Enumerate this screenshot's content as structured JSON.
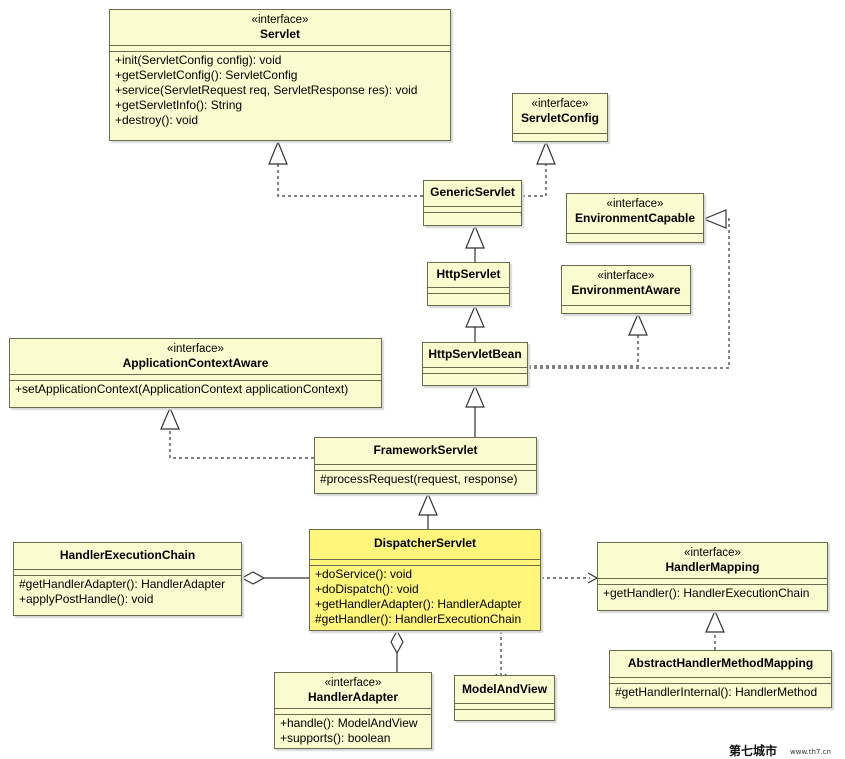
{
  "diagram": {
    "classes": {
      "servlet": {
        "stereotype": "«interface»",
        "name": "Servlet",
        "methods": [
          "+init(ServletConfig config): void",
          "+getServletConfig(): ServletConfig",
          "+service(ServletRequest req, ServletResponse res): void",
          "+getServletInfo(): String",
          "+destroy(): void"
        ]
      },
      "servlet_config": {
        "stereotype": "«interface»",
        "name": "ServletConfig"
      },
      "generic_servlet": {
        "name": "GenericServlet"
      },
      "environment_capable": {
        "stereotype": "«interface»",
        "name": "EnvironmentCapable"
      },
      "http_servlet": {
        "name": "HttpServlet"
      },
      "environment_aware": {
        "stereotype": "«interface»",
        "name": "EnvironmentAware"
      },
      "application_context_aware": {
        "stereotype": "«interface»",
        "name": "ApplicationContextAware",
        "methods": [
          "+setApplicationContext(ApplicationContext applicationContext)"
        ]
      },
      "http_servlet_bean": {
        "name": "HttpServletBean"
      },
      "framework_servlet": {
        "name": "FrameworkServlet",
        "methods": [
          "#processRequest(request, response)"
        ]
      },
      "dispatcher_servlet": {
        "name": "DispatcherServlet",
        "methods": [
          "+doService(): void",
          "+doDispatch(): void",
          "+getHandlerAdapter(): HandlerAdapter",
          "#getHandler(): HandlerExecutionChain"
        ]
      },
      "handler_execution_chain": {
        "name": "HandlerExecutionChain",
        "methods": [
          "#getHandlerAdapter(): HandlerAdapter",
          "+applyPostHandle(): void"
        ]
      },
      "handler_mapping": {
        "stereotype": "«interface»",
        "name": "HandlerMapping",
        "methods": [
          "+getHandler(): HandlerExecutionChain"
        ]
      },
      "abstract_handler_method_mapping": {
        "name": "AbstractHandlerMethodMapping",
        "methods": [
          "#getHandlerInternal(): HandlerMethod"
        ]
      },
      "handler_adapter": {
        "stereotype": "«interface»",
        "name": "HandlerAdapter",
        "methods": [
          "+handle(): ModelAndView",
          "+supports(): boolean"
        ]
      },
      "model_and_view": {
        "name": "ModelAndView"
      }
    },
    "colors": {
      "class_fill": "#fbfbd0",
      "highlight_fill": "#fff57a",
      "border": "#6b6b50",
      "line": "#333333"
    }
  },
  "watermark": {
    "text": "第七城市",
    "url_text": "www.th7.cn"
  }
}
